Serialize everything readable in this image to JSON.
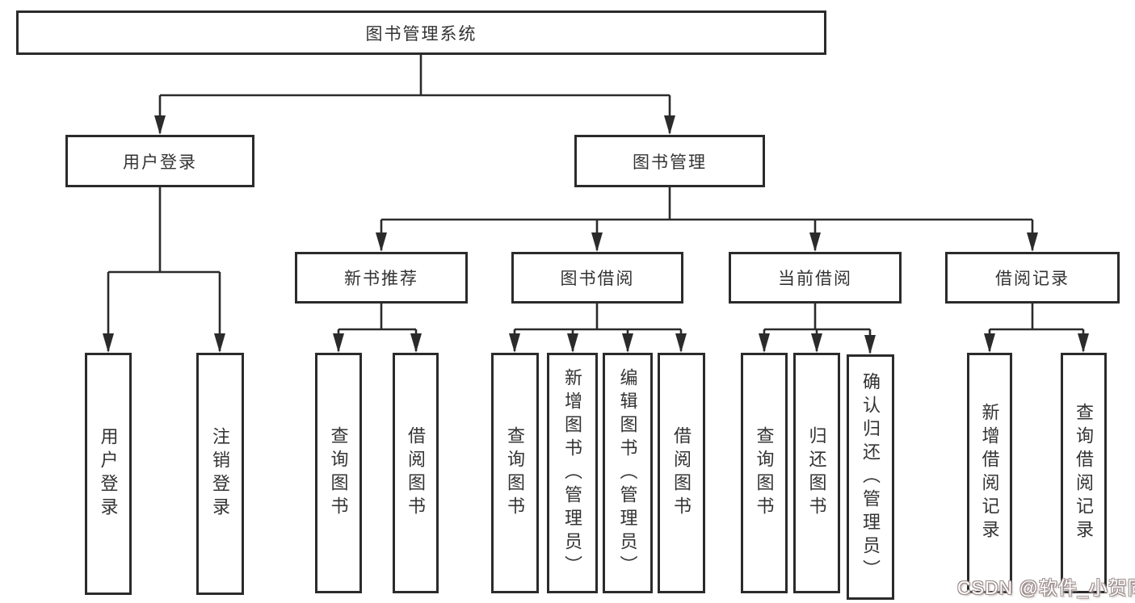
{
  "nodes": {
    "root": "图书管理系统",
    "user_login": "用户登录",
    "book_mgmt": "图书管理",
    "new_book_rec": "新书推荐",
    "book_borrow": "图书借阅",
    "current_borrow": "当前借阅",
    "borrow_records": "借阅记录",
    "ul_user_login": "用户登录",
    "ul_logout": "注销登录",
    "nb_query": "查询图书",
    "nb_borrow": "借阅图书",
    "bb_query": "查询图书",
    "bb_add": "新增图书（管理员）",
    "bb_edit": "编辑图书（管理员）",
    "bb_borrow": "借阅图书",
    "cb_query": "查询图书",
    "cb_return": "归还图书",
    "cb_confirm": "确认归还（管理员）",
    "br_add": "新增借阅记录",
    "br_query": "查询借阅记录"
  },
  "hierarchy": {
    "图书管理系统": {
      "用户登录": [
        "用户登录",
        "注销登录"
      ],
      "图书管理": {
        "新书推荐": [
          "查询图书",
          "借阅图书"
        ],
        "图书借阅": [
          "查询图书",
          "新增图书（管理员）",
          "编辑图书（管理员）",
          "借阅图书"
        ],
        "当前借阅": [
          "查询图书",
          "归还图书",
          "确认归还（管理员）"
        ],
        "借阅记录": [
          "新增借阅记录",
          "查询借阅记录"
        ]
      }
    }
  },
  "watermark": "CSDN @软件_小贺同学",
  "colors": {
    "line": "#2b2b2b",
    "text": "#333333",
    "background": "#ffffff",
    "watermark_outline": "#9b8d8b"
  }
}
